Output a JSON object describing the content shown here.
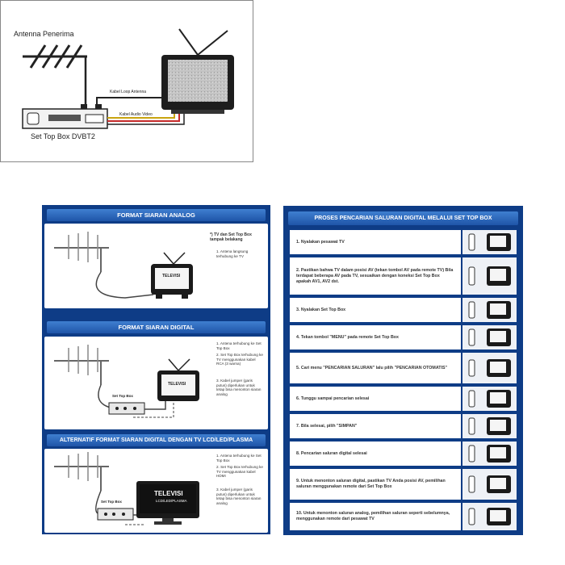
{
  "top_diagram": {
    "antenna_label": "Antenna Penerima",
    "stb_label": "Set Top Box DVBT2",
    "cable_antenna_label": "Kabel Loop Antenna",
    "cable_av_label": "Kabel Audio Video"
  },
  "left_panel": {
    "analog": {
      "title": "FORMAT SIARAN ANALOG",
      "note_heading": "*) TV dan Set Top Box tampak belakang",
      "notes": [
        "1. Antena langsung terhubung ke TV"
      ],
      "tv_label": "TELEVISI"
    },
    "digital": {
      "title": "FORMAT SIARAN DIGITAL",
      "notes": [
        "1. Antena terhubung ke Set Top Box",
        "2. Set Top Box terhubung ke TV menggunakan kabel RCA (3 warna)",
        "3. Kabel jumper (garis putus) diperlukan untuk tetap bisa menonton siaran analog"
      ],
      "stb_label": "Set Top Box",
      "tv_label": "TELEVISI"
    },
    "alternatif": {
      "title": "ALTERNATIF FORMAT SIARAN DIGITAL DENGAN TV LCD/LED/PLASMA",
      "notes": [
        "1. Antena terhubung ke Set Top Box",
        "2. Set Top Box terhubung ke TV menggunakan kabel HDMI",
        "3. Kabel jumper (garis putus) diperlukan untuk tetap bisa menonton siaran analog"
      ],
      "stb_label": "Set Top Box",
      "tv_label": "TELEVISI",
      "tv_sublabel": "LCD/LED/PLASMA"
    }
  },
  "right_panel": {
    "title": "PROSES PENCARIAN SALURAN DIGITAL MELALUI SET TOP BOX",
    "steps": [
      "1.  Nyalakan pesawat TV",
      "2.  Pastikan bahwa TV dalam posisi AV (tekan tombol AV pada remote TV) Bila terdapat beberapa AV pada TV, sesuaikan dengan koneksi Set Top Box apakah AV1, AV2 dst.",
      "3.  Nyalakan Set Top Box",
      "4.  Tekan tombol \"MENU\" pada remote Set Top Box",
      "5.  Cari menu \"PENCARIAN SALURAN\" lalu pilih \"PENCARIAN OTOMATIS\"",
      "6.  Tunggu sampai pencarian selesai",
      "7.  Bila selesai, pilih \"SIMPAN\"",
      "8.  Pencarian saluran digital selesai",
      "9.  Untuk menonton saluran digital, pastikan TV Anda posisi AV, pemilihan saluran menggunakan remote dari Set Top Box",
      "10. Untuk menonton saluran analog, pemilihan saluran seperti sebelumnya, menggunakan remote dari pesawat TV"
    ]
  },
  "colors": {
    "panel_blue": "#0e3c86",
    "header_blue": "#2a63b8",
    "tv_dark": "#1a1a1a"
  }
}
